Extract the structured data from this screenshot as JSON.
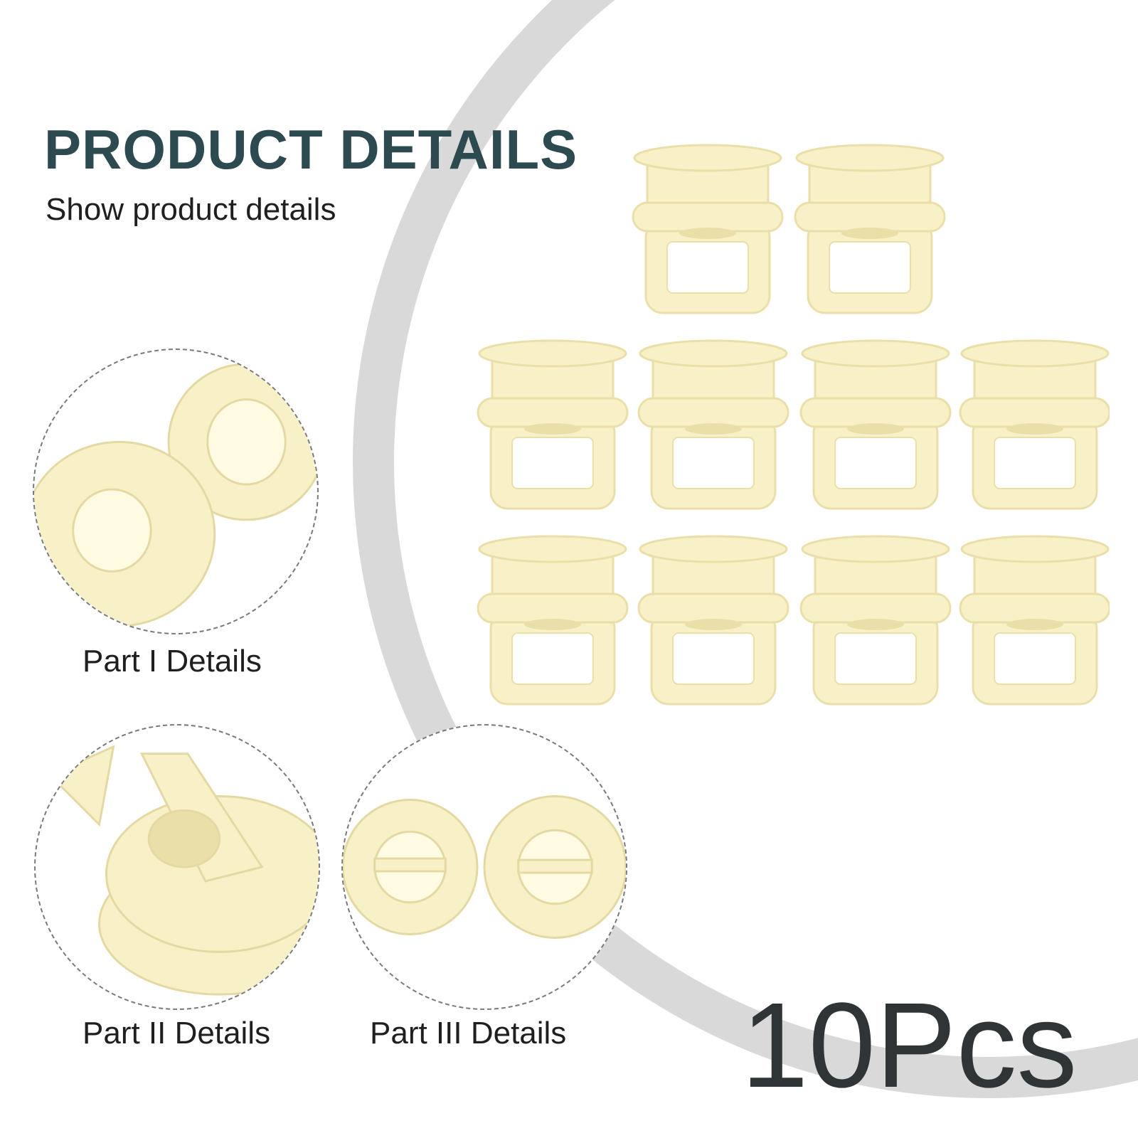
{
  "header": {
    "title": "PRODUCT DETAILS",
    "subtitle": "Show product details"
  },
  "details": [
    {
      "caption": "Part I Details"
    },
    {
      "caption": "Part II Details"
    },
    {
      "caption": "Part III Details"
    }
  ],
  "quantity_label": "10Pcs",
  "product_count": 10,
  "colors": {
    "title": "#2d4a50",
    "quantity": "#2f3436",
    "part_fill": "#f8f1c8",
    "part_shade": "#eadfa8",
    "arc": "#d9d9d9"
  }
}
